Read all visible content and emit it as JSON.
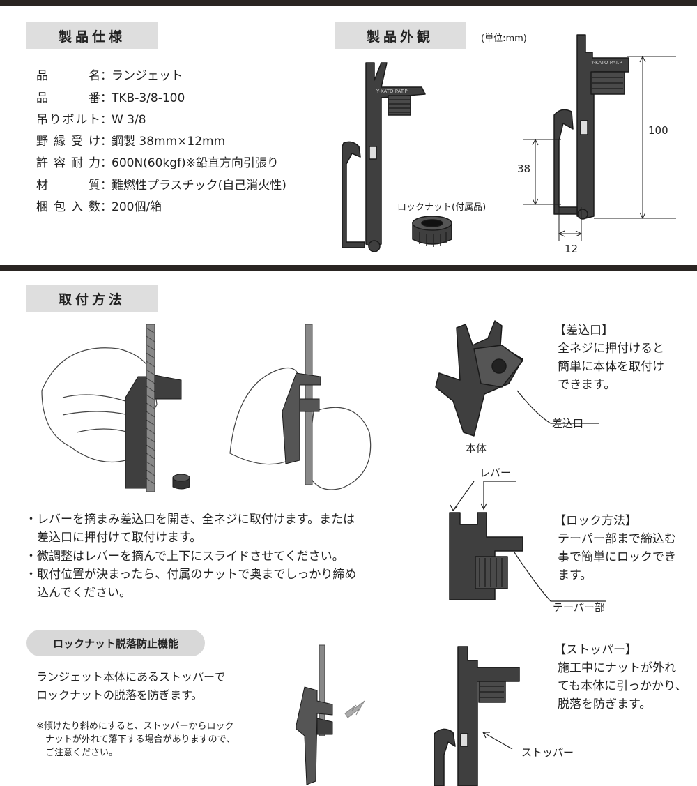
{
  "spec": {
    "heading": "製品仕様",
    "rows": [
      {
        "key": "品名",
        "value": "ランジェット"
      },
      {
        "key": "品番",
        "value": "TKB-3/8-100"
      },
      {
        "key": "吊りボルト",
        "value": "W 3/8"
      },
      {
        "key": "野縁受け",
        "value": "鋼製 38mm×12mm"
      },
      {
        "key": "許容耐力",
        "value": "600N(60kgf)※鉛直方向引張り"
      },
      {
        "key": "材質",
        "value": "難燃性プラスチック(自己消火性)"
      },
      {
        "key": "梱包入数",
        "value": "200個/箱"
      }
    ],
    "colon": "："
  },
  "appearance": {
    "heading": "製品外観",
    "unit": "(単位:mm)",
    "nut_label": "ロックナット(付属品)",
    "dim_100": "100",
    "dim_38": "38",
    "dim_12": "12",
    "emboss": "Y-KATO PAT.P"
  },
  "install": {
    "heading": "取付方法",
    "bullets": [
      "・レバーを摘まみ差込口を開き、全ネジに取付けます。または",
      "　差込口に押付けて取付けます。",
      "・微調整はレバーを摘んで上下にスライドさせてください。",
      "・取付位置が決まったら、付属のナットで奥までしっかり締め",
      "　込んでください。"
    ]
  },
  "insert": {
    "title": "【差込口】",
    "lines": [
      "全ネジに押付けると",
      "簡単に本体を取付け",
      "できます。"
    ],
    "callout": "差込口",
    "body_label": "本体"
  },
  "lock": {
    "lever_label": "レバー",
    "title": "【ロック方法】",
    "lines": [
      "テーパー部まで締込む",
      "事で簡単にロックでき",
      "ます。"
    ],
    "callout": "テーパー部"
  },
  "stopper": {
    "pill": "ロックナット脱落防止機能",
    "lines": [
      "ランジェット本体にあるストッパーで",
      "ロックナットの脱落を防ぎます。"
    ],
    "notes": [
      "※傾けたり斜めにすると、ストッパーからロック",
      "　ナットが外れて落下する場合がありますので、",
      "　ご注意ください。"
    ],
    "title": "【ストッパー】",
    "desc": [
      "施工中にナットが外れ",
      "ても本体に引っかかり、",
      "脱落を防ぎます。"
    ],
    "callout": "ストッパー"
  },
  "colors": {
    "dark": "#2a2522",
    "product": "#3c3c3c",
    "label_bg": "#dedede"
  }
}
